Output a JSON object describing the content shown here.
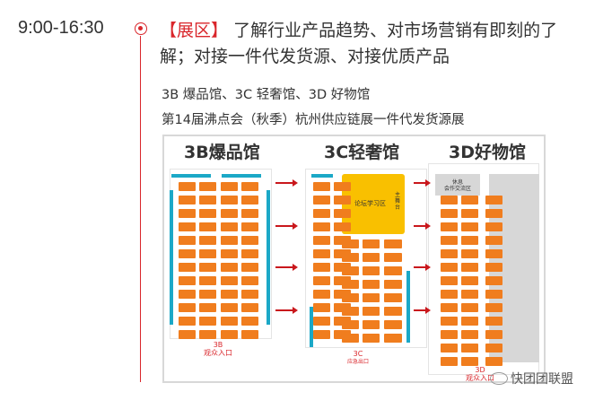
{
  "timeline": {
    "time": "9:00-16:30",
    "tag": "【展区】",
    "description": "了解行业产品趋势、对市场营销有即刻的了解；对接一件代发货源、对接优质产品",
    "halls_line": "3B 爆品馆、3C 轻奢馆、3D 好物馆",
    "event_line": "第14届沸点会（秋季）杭州供应链展一件代发货源展"
  },
  "map": {
    "halls": [
      {
        "title": "3B爆品馆",
        "exit": "3B",
        "entrance": "观众入口"
      },
      {
        "title": "3C轻奢馆",
        "exit": "3C",
        "entrance": "应急出口",
        "forum": "论坛学习区",
        "stage": "主舞台"
      },
      {
        "title": "3D好物馆",
        "exit": "3D",
        "entrance": "观众入口",
        "lounge": "休息\n会作交流区"
      }
    ]
  },
  "watermark": "快团团联盟",
  "colors": {
    "accent": "#d9262b",
    "booth": "#f07d1e",
    "forum": "#f9c000",
    "side": "#1ba8c7"
  }
}
